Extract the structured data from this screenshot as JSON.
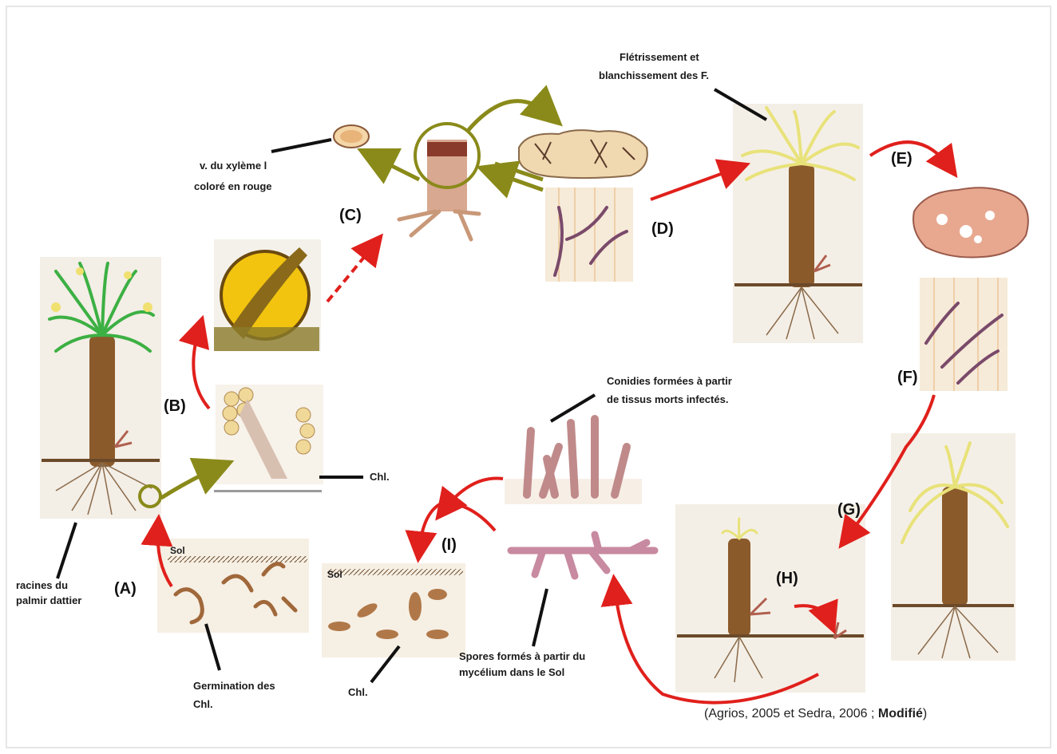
{
  "steps": {
    "a": "(A)",
    "b": "(B)",
    "c": "(C)",
    "d": "(D)",
    "e": "(E)",
    "f": "(F)",
    "g": "(G)",
    "h": "(H)",
    "i": "(I)"
  },
  "labels": {
    "fletrissement_1": "Flétrissement et",
    "fletrissement_2": "blanchissement des F.",
    "xyleme_1": "v. du xylème l",
    "xyleme_2": "coloré en rouge",
    "conidies_1": "Conidies formées à partir",
    "conidies_2": "de tissus morts infectés.",
    "chl_top": "Chl.",
    "racines_1": "racines du",
    "racines_2": "palmir dattier",
    "sol_1": "Sol",
    "sol_2": "Sol",
    "germination_1": "Germination des",
    "germination_2": "Chl.",
    "chl_bottom": "Chl.",
    "spores_1": "Spores formés à partir du",
    "spores_2": "mycélium dans le Sol"
  },
  "credit": {
    "text": "(Agrios, 2005 et Sedra, 2006 ; ",
    "bold": "Modifié",
    "close": ")"
  },
  "colors": {
    "arrow_red": "#e0201c",
    "arrow_olive": "#8a8a1a",
    "trunk": "#8b5a2b",
    "leaf_green": "#3cb043",
    "leaf_yellow": "#e8e27a",
    "tissue": "#b07a6a",
    "sphere": "#f2c40f"
  }
}
